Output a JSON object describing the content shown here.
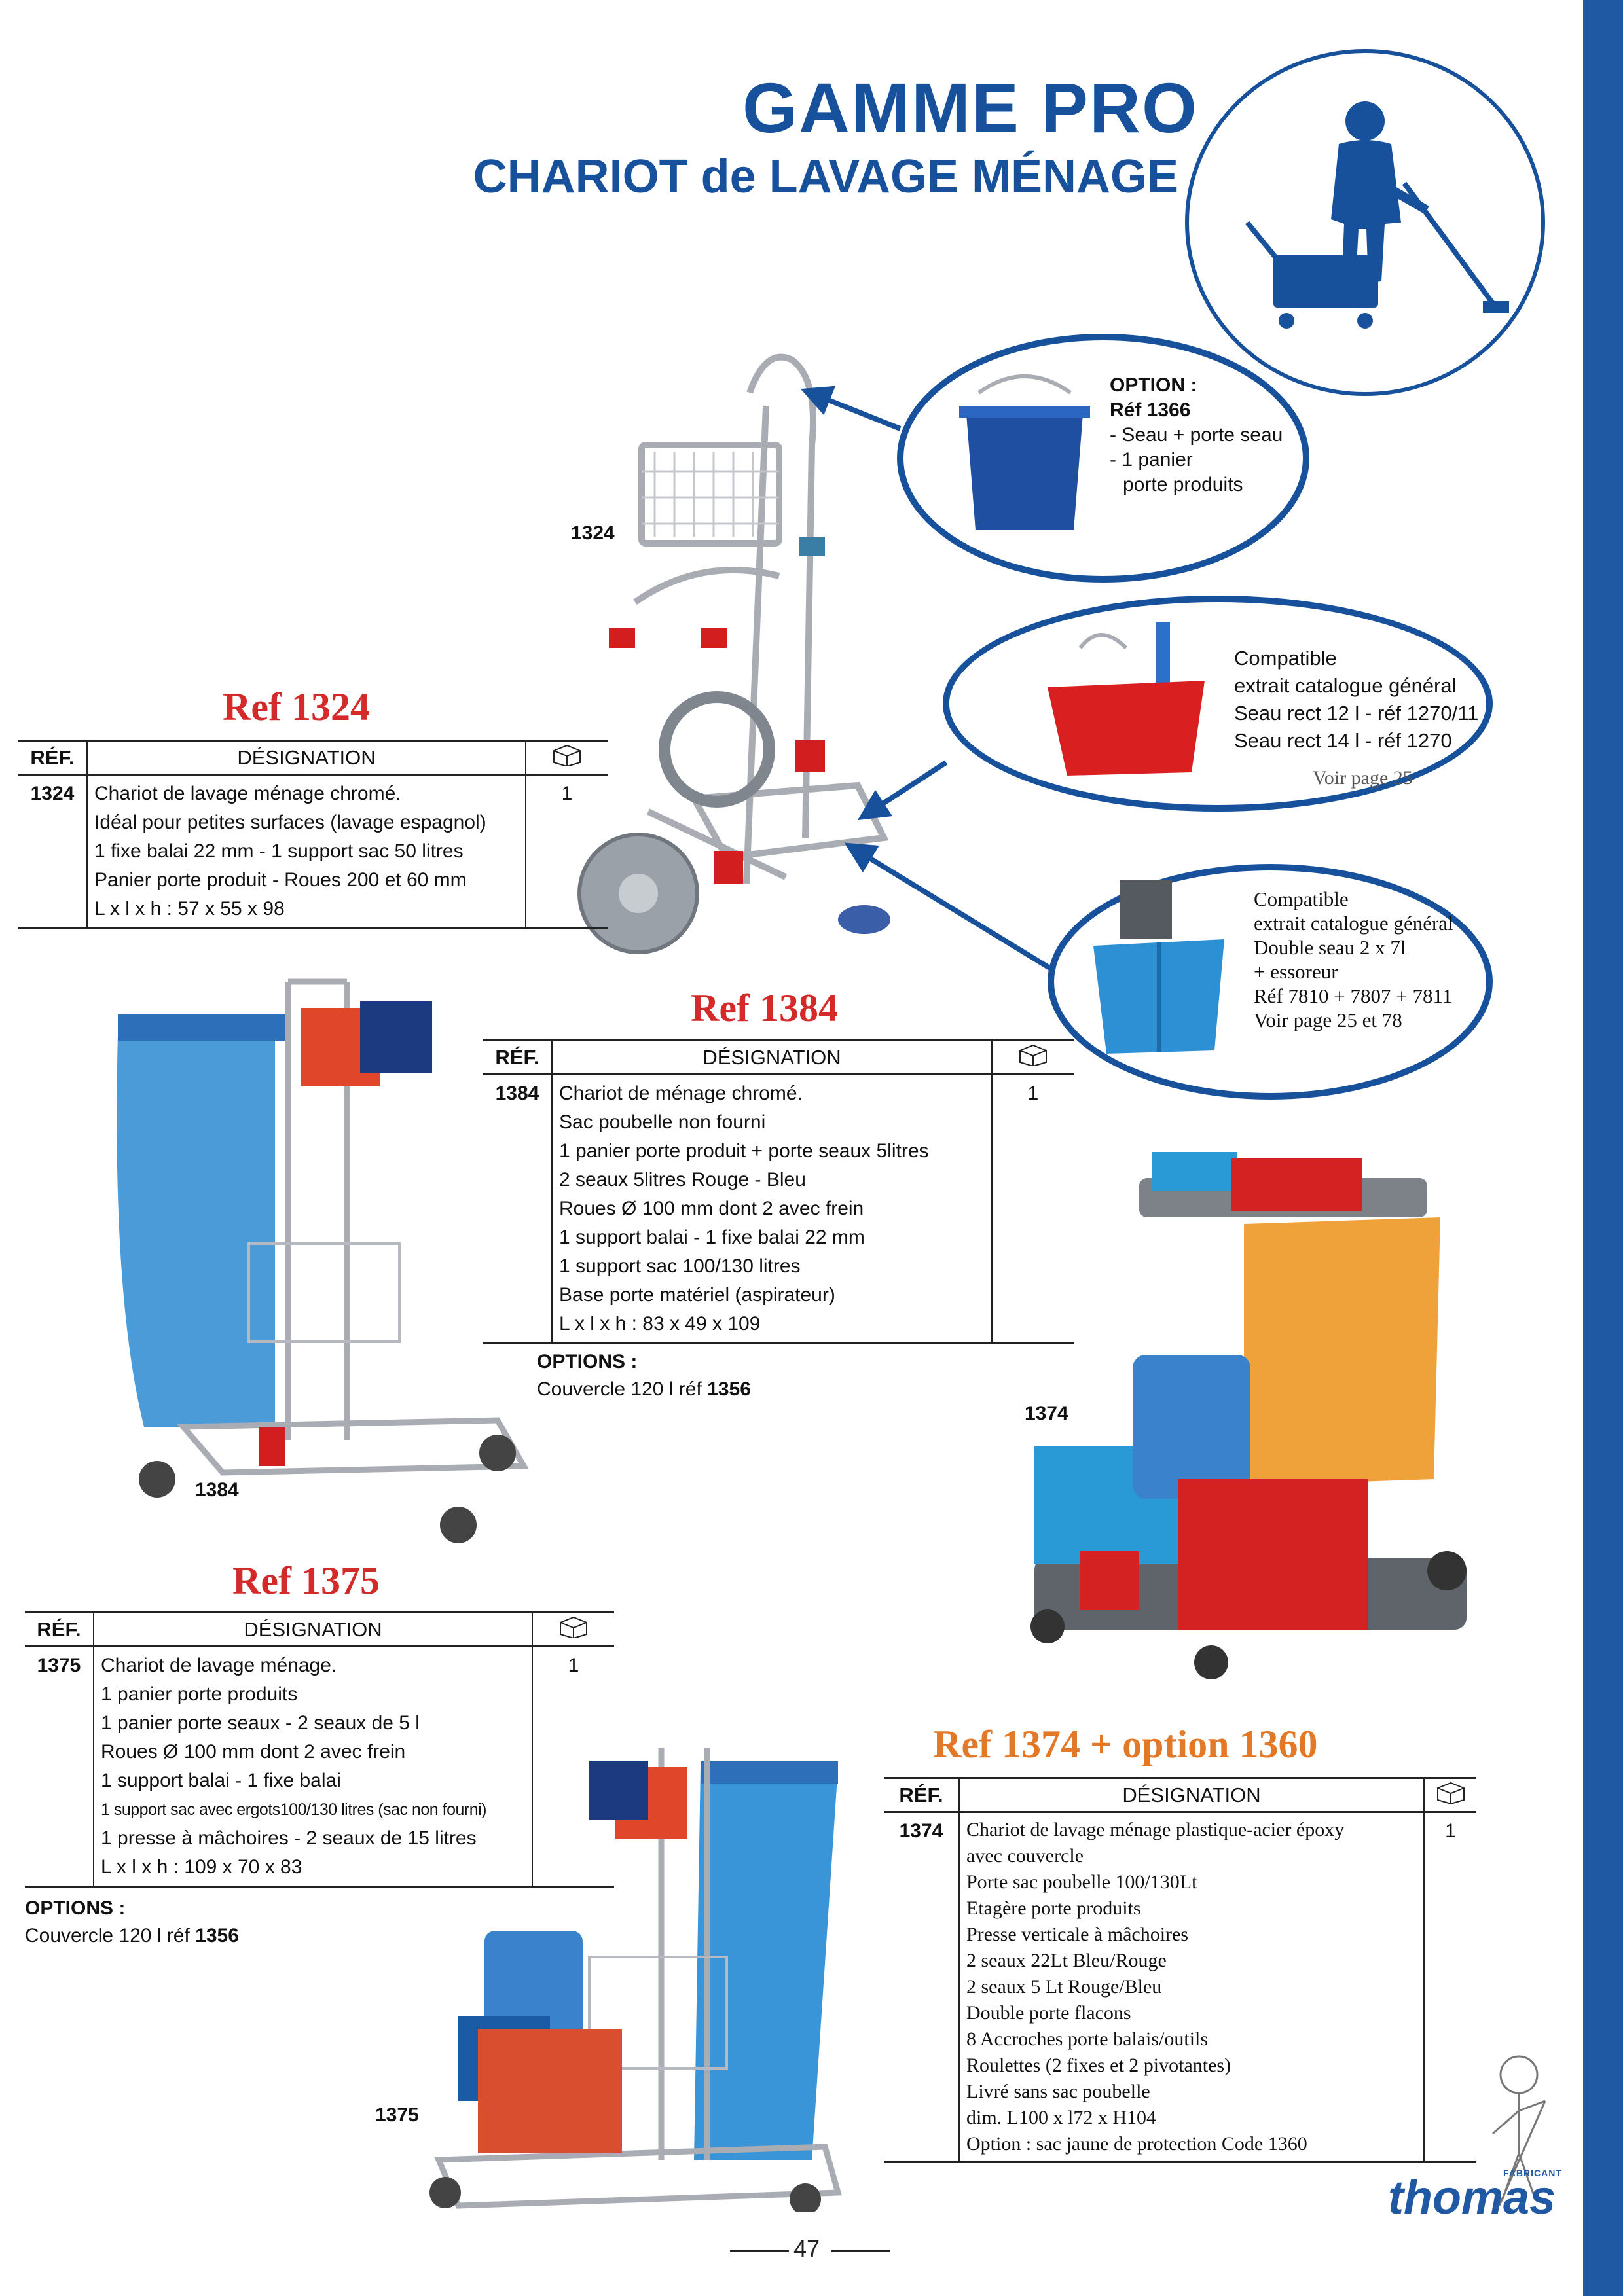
{
  "header": {
    "title": "GAMME PRO",
    "subtitle": "CHARIOT de LAVAGE MÉNAGE"
  },
  "bubbles": {
    "option": {
      "title": "OPTION :",
      "ref": "Réf 1366",
      "line1": "- Seau + porte seau",
      "line2": "- 1 panier",
      "line3": "porte produits"
    },
    "compat1": {
      "line1": "Compatible",
      "line2": "extrait catalogue général",
      "line3": "Seau rect 12 l - réf 1270/11",
      "line4": "Seau rect 14 l - réf 1270",
      "page": "Voir page 25"
    },
    "compat2": {
      "line1": "Compatible",
      "line2": "extrait catalogue général",
      "line3": "Double seau 2 x 7l",
      "line4": "+ essoreur",
      "line5": "Réf 7810 + 7807 + 7811",
      "page": "Voir page 25 et 78"
    }
  },
  "product_labels": {
    "p1324": "1324",
    "p1384": "1384",
    "p1374": "1374",
    "p1375": "1375"
  },
  "columns": {
    "ref": "RÉF.",
    "designation": "DÉSIGNATION"
  },
  "products": {
    "r1324": {
      "title": "Ref 1324",
      "ref": "1324",
      "qty": "1",
      "lines": [
        "Chariot de lavage ménage chromé.",
        "Idéal pour petites surfaces (lavage espagnol)",
        "1 fixe balai 22 mm - 1 support sac 50 litres",
        "Panier porte produit - Roues 200 et 60 mm",
        "L x l x h  : 57 x 55 x 98"
      ]
    },
    "r1384": {
      "title": "Ref 1384",
      "ref": "1384",
      "qty": "1",
      "lines": [
        "Chariot de ménage chromé.",
        "Sac poubelle non fourni",
        "1 panier porte produit + porte seaux 5litres",
        "2 seaux 5litres Rouge - Bleu",
        "Roues Ø 100 mm dont 2 avec frein",
        "1 support balai - 1 fixe balai 22 mm",
        "1 support sac 100/130 litres",
        "Base porte matériel (aspirateur)",
        "L x l x h  : 83 x 49 x 109"
      ],
      "options_title": "OPTIONS :",
      "options_text": "Couvercle 120 l réf",
      "options_ref": "1356"
    },
    "r1375": {
      "title": "Ref 1375",
      "ref": "1375",
      "qty": "1",
      "lines": [
        "Chariot de lavage ménage.",
        "1 panier porte produits",
        "1 panier porte seaux - 2 seaux de 5 l",
        "Roues Ø 100 mm dont 2 avec frein",
        "1 support balai - 1 fixe balai",
        "1 support sac avec ergots100/130 litres (sac non fourni)",
        "1 presse à mâchoires - 2 seaux de 15 litres",
        "L x l x h  : 109 x 70 x 83"
      ],
      "options_title": "OPTIONS :",
      "options_text": "Couvercle 120 l réf",
      "options_ref": "1356"
    },
    "r1374": {
      "title": "Ref 1374 + option 1360",
      "ref": "1374",
      "qty": "1",
      "lines": [
        "Chariot de lavage ménage plastique-acier époxy",
        "avec couvercle",
        "Porte sac poubelle 100/130Lt",
        "Etagère porte produits",
        "Presse verticale à mâchoires",
        "2 seaux 22Lt Bleu/Rouge",
        "2 seaux 5 Lt Rouge/Bleu",
        "Double porte flacons",
        "8 Accroches porte balais/outils",
        "Roulettes (2 fixes et 2 pivotantes)",
        "Livré sans sac poubelle",
        "dim. L100 x l72 x H104",
        "Option : sac jaune de protection Code 1360"
      ]
    }
  },
  "footer": {
    "page": "47",
    "logo": "thomas",
    "logo_tag": "FABRICANT"
  },
  "colors": {
    "brand_blue": "#17519c",
    "ref_red": "#d42a2a",
    "ref_orange": "#e37827"
  }
}
